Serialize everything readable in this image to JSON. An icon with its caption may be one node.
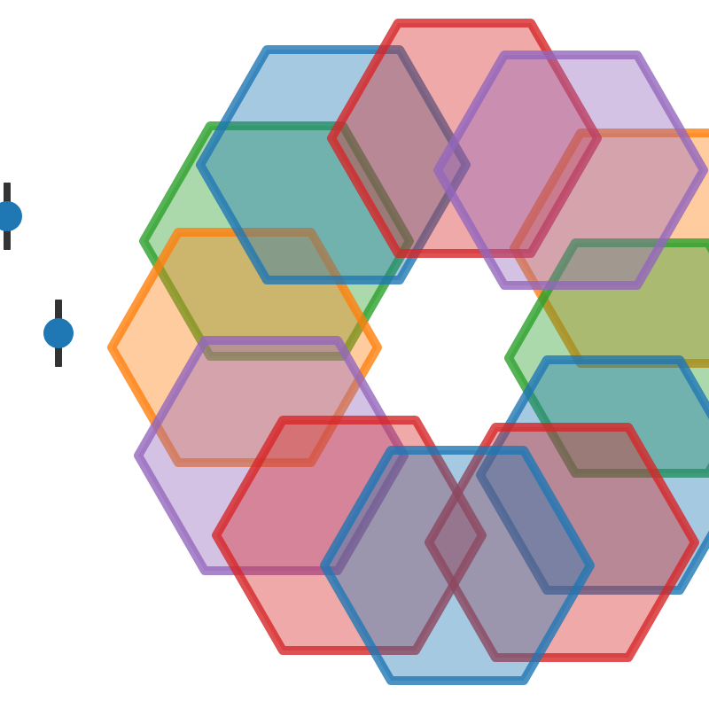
{
  "diagram": {
    "nodes": [
      {
        "text": [],
        "shape": "circle"
      },
      {
        "text": [],
        "shape": "circle"
      },
      {
        "text": [],
        "shape": "hexagon"
      },
      {
        "text": [],
        "shape": "hexagon"
      },
      {
        "text": [],
        "shape": "hexagon"
      },
      {
        "text": [],
        "shape": "hexagon"
      },
      {
        "text": [],
        "shape": "hexagon"
      },
      {
        "text": [],
        "shape": "hexagon"
      },
      {
        "text": [],
        "shape": "hexagon"
      },
      {
        "text": [],
        "shape": "hexagon"
      },
      {
        "text": [],
        "shape": "hexagon"
      },
      {
        "text": [],
        "shape": "hexagon"
      },
      {
        "text": [],
        "shape": "hexagon"
      },
      {
        "text": [],
        "shape": "hexagon"
      }
    ]
  }
}
